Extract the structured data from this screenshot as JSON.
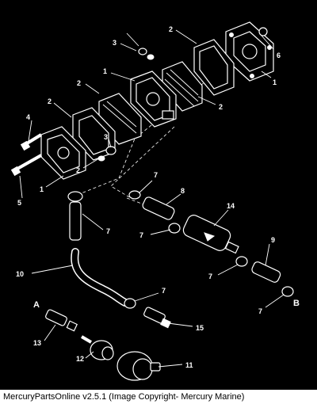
{
  "labels": {
    "l1a": "1",
    "l1b": "1",
    "l1c": "1",
    "l2a": "2",
    "l2b": "2",
    "l2c": "2",
    "l2d": "2",
    "l2e": "2",
    "l3a": "3",
    "l3b": "3",
    "l4": "4",
    "l5": "5",
    "l6": "6",
    "l7a": "7",
    "l7b": "7",
    "l7c": "7",
    "l7d": "7",
    "l7e": "7",
    "l7f": "7",
    "l8": "8",
    "l9": "9",
    "l10": "10",
    "l11": "11",
    "l12": "12",
    "l13": "13",
    "l14": "14",
    "l15": "15",
    "lA": "A",
    "lB": "B"
  },
  "footer": {
    "caption": "MercuryPartsOnline v2.5.1 (Image Copyright- Mercury Marine)"
  }
}
